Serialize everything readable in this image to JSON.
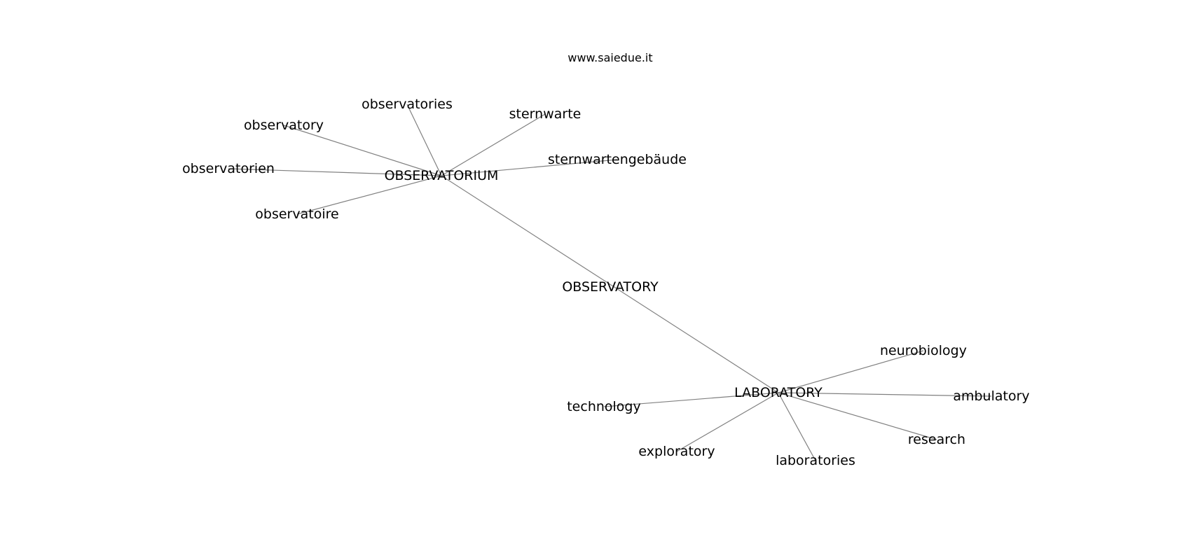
{
  "watermark": "www.saiedue.it",
  "colors": {
    "edge": "#808080",
    "text": "#000000",
    "background": "#ffffff"
  },
  "nodes": [
    {
      "id": "OBSERVATORY",
      "label": "OBSERVATORY"
    },
    {
      "id": "OBSERVATORIUM",
      "label": "OBSERVATORIUM"
    },
    {
      "id": "LABORATORY",
      "label": "LABORATORY"
    },
    {
      "id": "observatories",
      "label": "observatories"
    },
    {
      "id": "observatory",
      "label": "observatory"
    },
    {
      "id": "sternwarte",
      "label": "sternwarte"
    },
    {
      "id": "sternwartengebaude",
      "label": "sternwartengebäude"
    },
    {
      "id": "observatorien",
      "label": "observatorien"
    },
    {
      "id": "observatoire",
      "label": "observatoire"
    },
    {
      "id": "neurobiology",
      "label": "neurobiology"
    },
    {
      "id": "ambulatory",
      "label": "ambulatory"
    },
    {
      "id": "technology",
      "label": "technology"
    },
    {
      "id": "research",
      "label": "research"
    },
    {
      "id": "exploratory",
      "label": "exploratory"
    },
    {
      "id": "laboratories",
      "label": "laboratories"
    }
  ],
  "edges": [
    [
      "OBSERVATORIUM",
      "LABORATORY"
    ],
    [
      "OBSERVATORIUM",
      "observatories"
    ],
    [
      "OBSERVATORIUM",
      "observatory"
    ],
    [
      "OBSERVATORIUM",
      "sternwarte"
    ],
    [
      "OBSERVATORIUM",
      "sternwartengebaude"
    ],
    [
      "OBSERVATORIUM",
      "observatorien"
    ],
    [
      "OBSERVATORIUM",
      "observatoire"
    ],
    [
      "LABORATORY",
      "neurobiology"
    ],
    [
      "LABORATORY",
      "ambulatory"
    ],
    [
      "LABORATORY",
      "technology"
    ],
    [
      "LABORATORY",
      "research"
    ],
    [
      "LABORATORY",
      "exploratory"
    ],
    [
      "LABORATORY",
      "laboratories"
    ]
  ]
}
